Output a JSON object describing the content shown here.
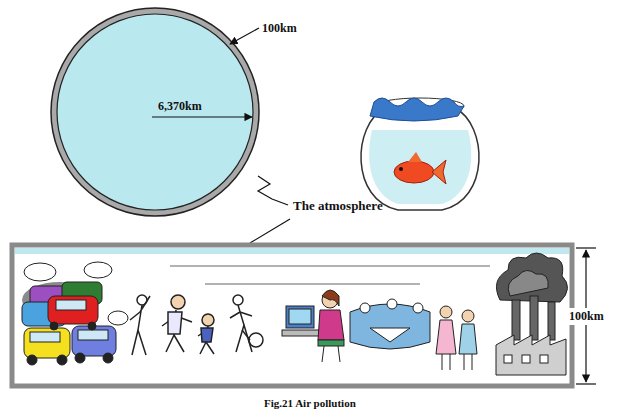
{
  "diagram": {
    "caption": "Fig.21 Air pollution",
    "nodes": [
      {
        "text": [
          "6,370km"
        ]
      }
    ],
    "labels": [
      "100km",
      "The atmosphere",
      "100km"
    ]
  }
}
